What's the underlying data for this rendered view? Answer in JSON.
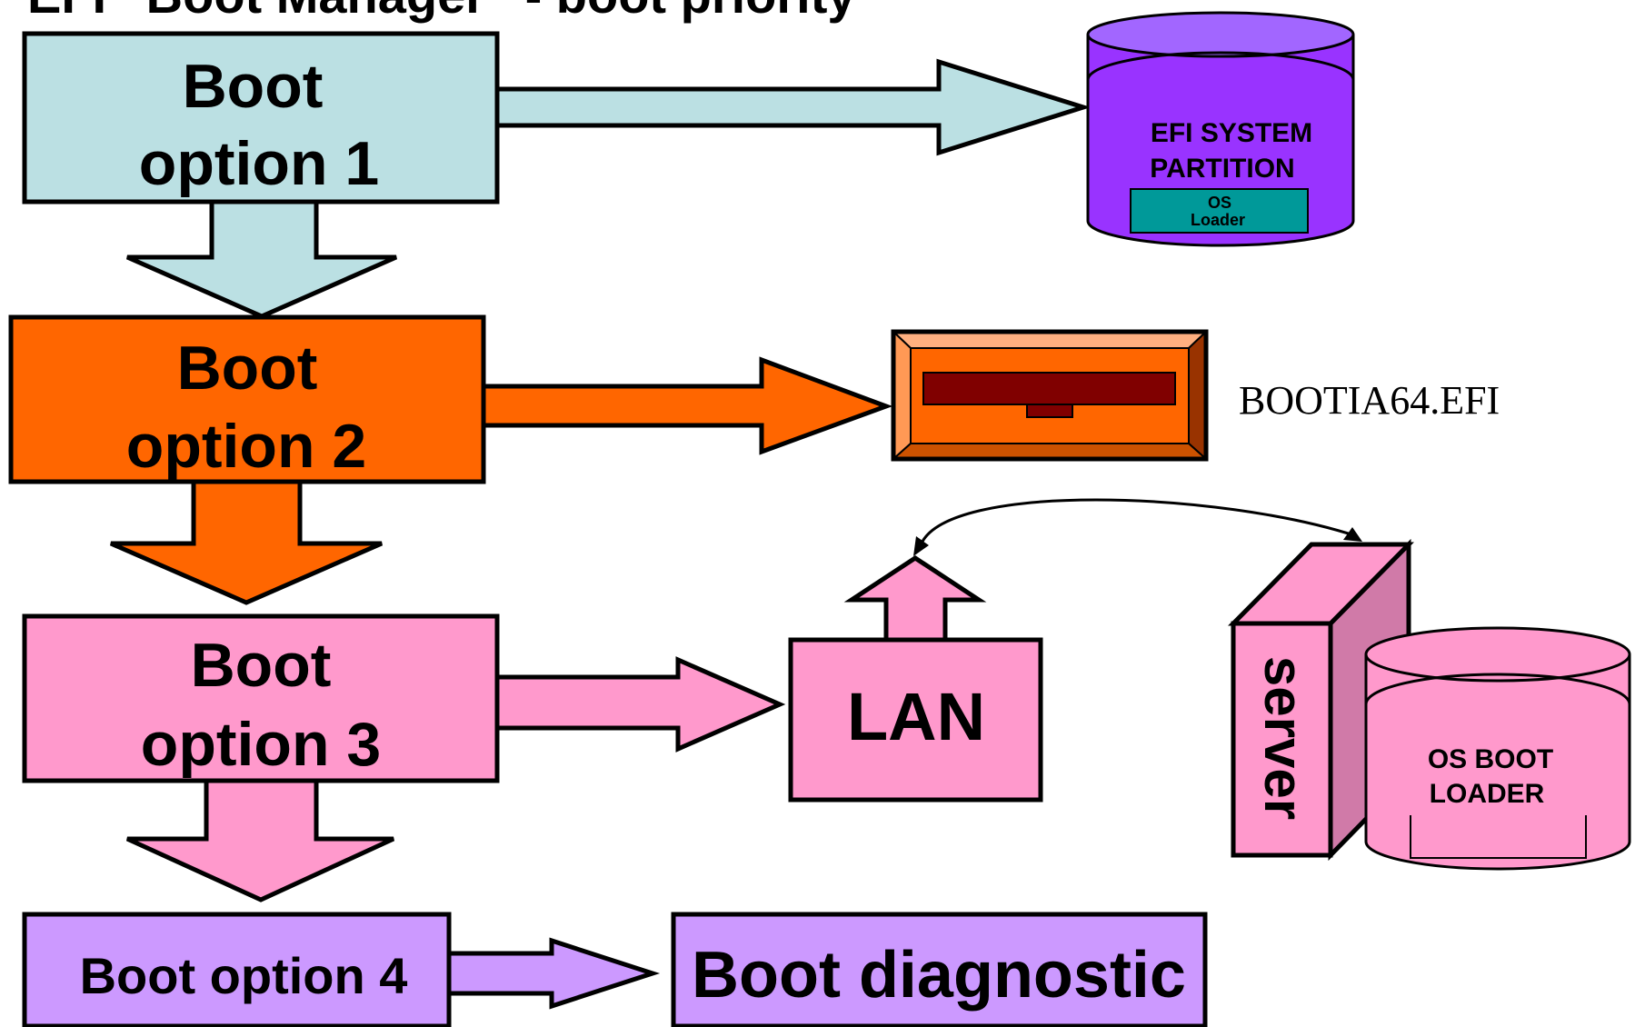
{
  "title": "EFI “Boot Manager” - boot priority",
  "boot_options": {
    "option1": {
      "line1": "Boot",
      "line2": "option 1"
    },
    "option2": {
      "line1": "Boot",
      "line2": "option 2"
    },
    "option3": {
      "line1": "Boot",
      "line2": "option 3"
    },
    "option4": {
      "label": "Boot option 4"
    }
  },
  "targets": {
    "efi_partition": {
      "line1": "EFI SYSTEM",
      "line2": "PARTITION",
      "loader_line1": "OS",
      "loader_line2": "Loader"
    },
    "floppy_file": "BOOTIA64.EFI",
    "lan": "LAN",
    "server": "server",
    "os_boot_loader": {
      "line1": "OS BOOT",
      "line2": "LOADER"
    },
    "diagnostic": "Boot diagnostic"
  },
  "colors": {
    "option1": "#bbe0e3",
    "option2": "#ff6600",
    "option3": "#ff99cc",
    "option4": "#cc99ff",
    "efi_partition": "#9933ff",
    "efi_partition_top": "#a266ff",
    "os_loader": "#009999",
    "floppy_body": "#ff6600",
    "floppy_slot": "#800000",
    "server_front": "#ff99cc",
    "server_side": "#d07aa8",
    "outline": "#000000"
  },
  "icons": [
    "database-cylinder-icon",
    "floppy-drive-icon",
    "server-tower-icon",
    "network-cylinder-icon"
  ]
}
